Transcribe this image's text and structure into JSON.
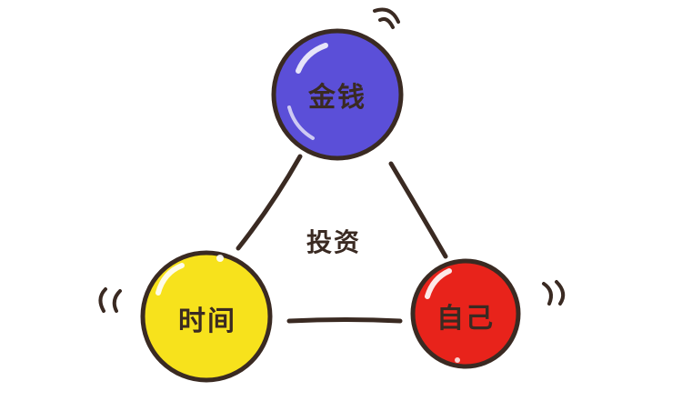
{
  "diagram": {
    "nodes": [
      {
        "id": "money",
        "label": "金钱",
        "color": "#5b4fd8"
      },
      {
        "id": "time",
        "label": "时间",
        "color": "#f7e21c"
      },
      {
        "id": "self",
        "label": "自己",
        "color": "#e8231b"
      }
    ],
    "center_label": "投资",
    "edges": [
      {
        "from": "money",
        "to": "time"
      },
      {
        "from": "money",
        "to": "self"
      },
      {
        "from": "time",
        "to": "self"
      }
    ],
    "outline_color": "#3a2a22"
  }
}
